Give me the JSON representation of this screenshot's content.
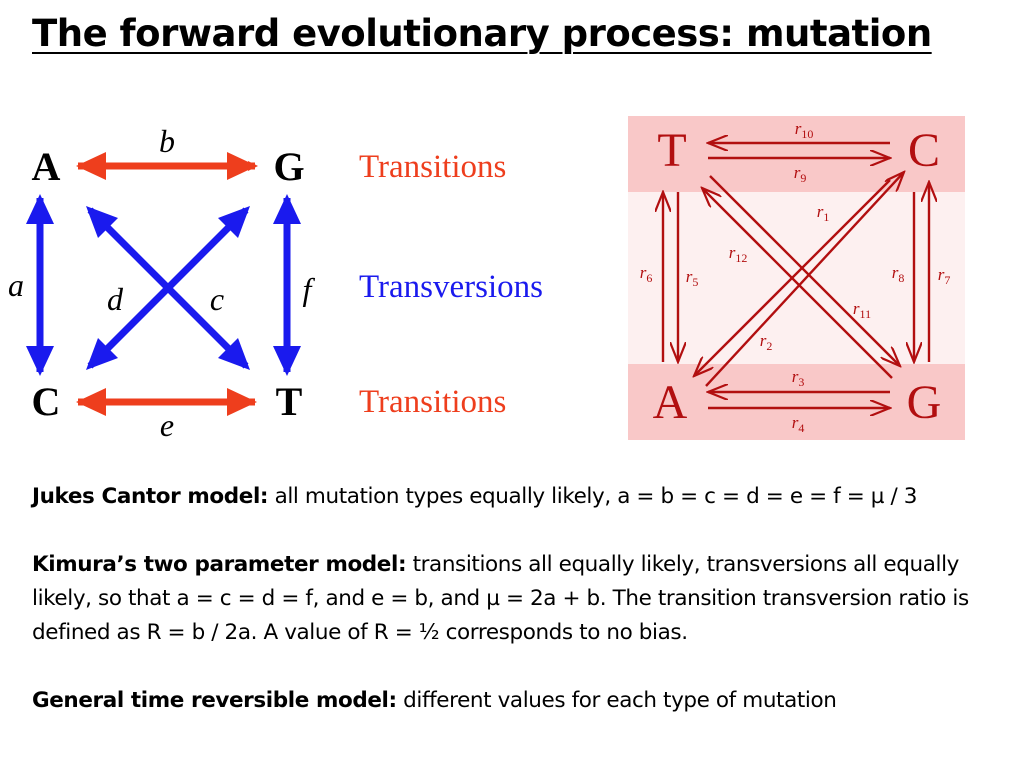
{
  "title": "The forward evolutionary process: mutation",
  "left_diagram": {
    "nodes": {
      "A": "A",
      "G": "G",
      "C": "C",
      "T": "T"
    },
    "rate_labels": {
      "a": "a",
      "b": "b",
      "c": "c",
      "d": "d",
      "e": "e",
      "f": "f"
    },
    "legend": {
      "top": "Transitions",
      "middle": "Transversions",
      "bottom": "Transitions"
    },
    "colors": {
      "transition": "#ee3e1d",
      "transversion": "#1a1aee"
    }
  },
  "right_diagram": {
    "nodes": {
      "T": "T",
      "C": "C",
      "A": "A",
      "G": "G"
    },
    "rate_labels": {
      "r1": "r1",
      "r2": "r2",
      "r3": "r3",
      "r4": "r4",
      "r5": "r5",
      "r6": "r6",
      "r7": "r7",
      "r8": "r8",
      "r9": "r9",
      "r10": "r10",
      "r11": "r11",
      "r12": "r12"
    },
    "colors": {
      "arrow": "#b20f10",
      "band": "#f9c8c8"
    }
  },
  "models": [
    {
      "name": "Jukes Cantor model:",
      "text": " all mutation types equally likely, a = b = c = d = e = f = µ / 3"
    },
    {
      "name": "Kimura’s two parameter model:",
      "text": " transitions all equally likely, transversions all equally likely, so that a = c = d = f, and e = b, and µ = 2a + b. The transition transversion ratio is defined as R = b / 2a. A value of R = ½ corresponds to no bias."
    },
    {
      "name": "General time reversible model:",
      "text": " different values for each type of mutation"
    }
  ]
}
